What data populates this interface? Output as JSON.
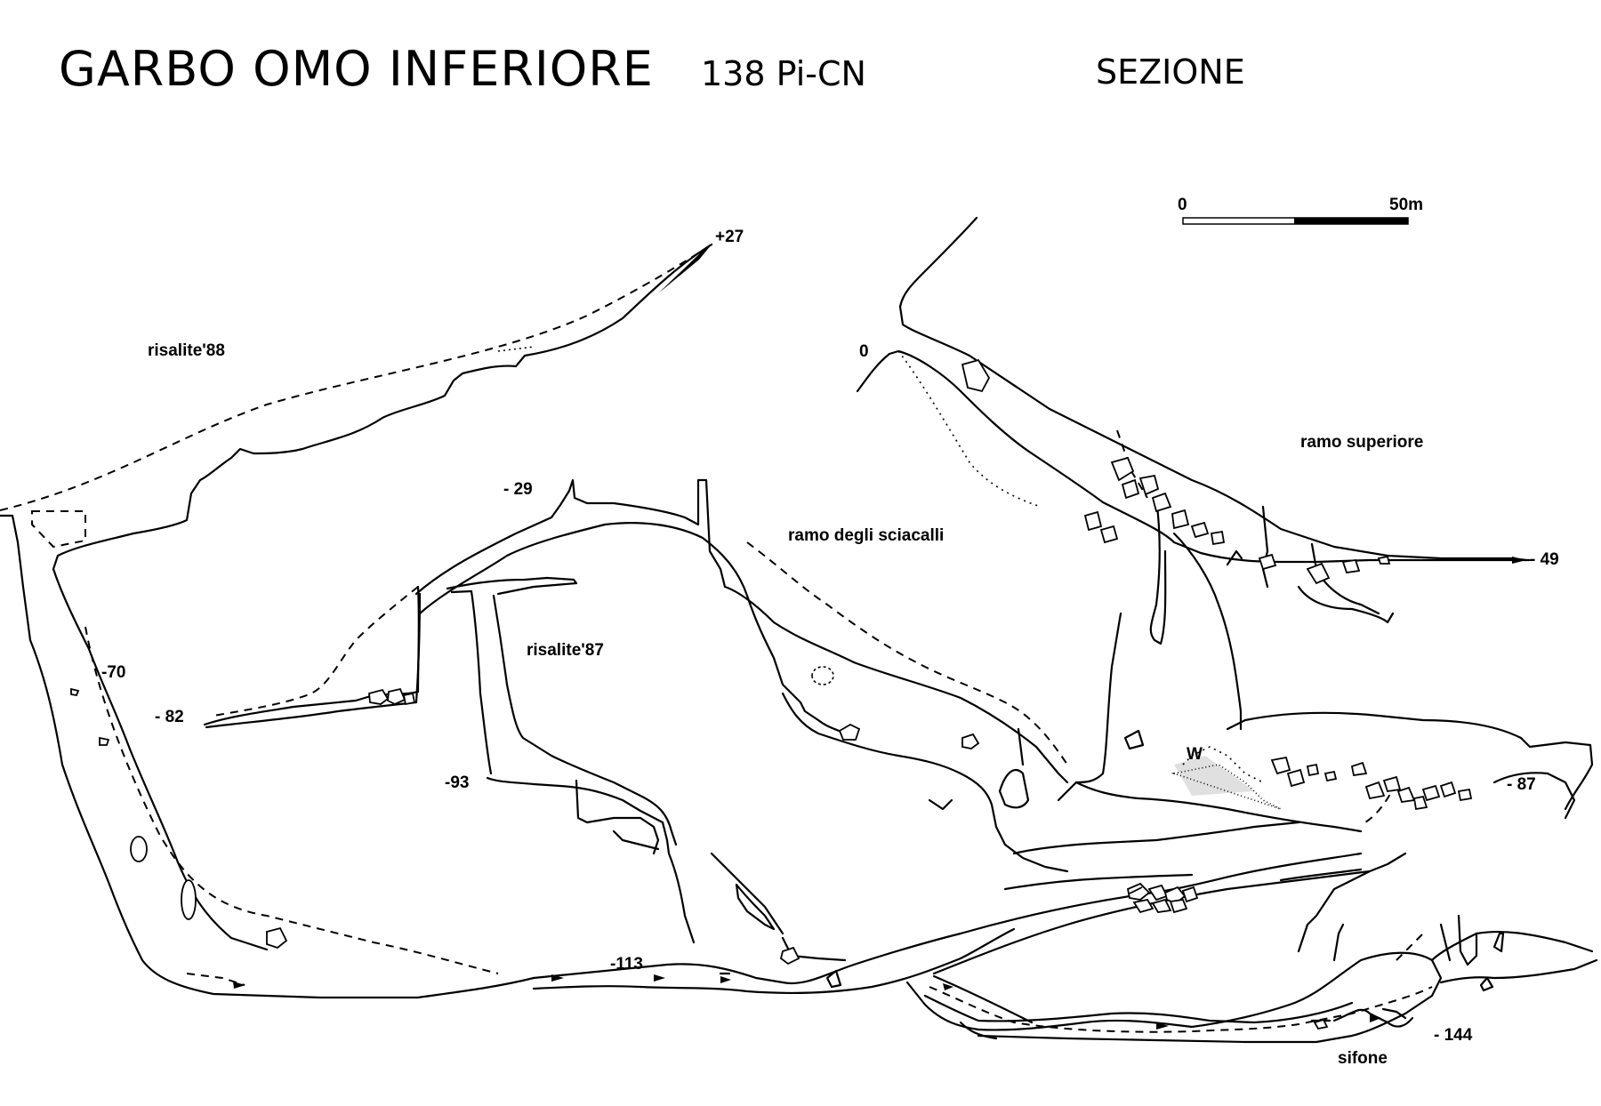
{
  "title": "GARBO OMO INFERIORE",
  "cave_code": "138 Pi-CN",
  "view": "SEZIONE",
  "scale_bar": {
    "start_label": "0",
    "end_label": "50m"
  },
  "branches": {
    "risalite_88": "risalite'88",
    "risalite_87": "risalite'87",
    "ramo_superiore": "ramo superiore",
    "ramo_sciacalli": "ramo degli sciacalli",
    "sifone": "sifone"
  },
  "depths": {
    "d_plus27": "+27",
    "d_0": "0",
    "d_minus29": "- 29",
    "d_minus49": "- 49",
    "d_minus70": "-70",
    "d_minus82": "- 82",
    "d_minus87": "- 87",
    "d_minus93": "-93",
    "d_minus113": "-113",
    "d_minus144": "- 144"
  },
  "markers": {
    "water": "W"
  }
}
